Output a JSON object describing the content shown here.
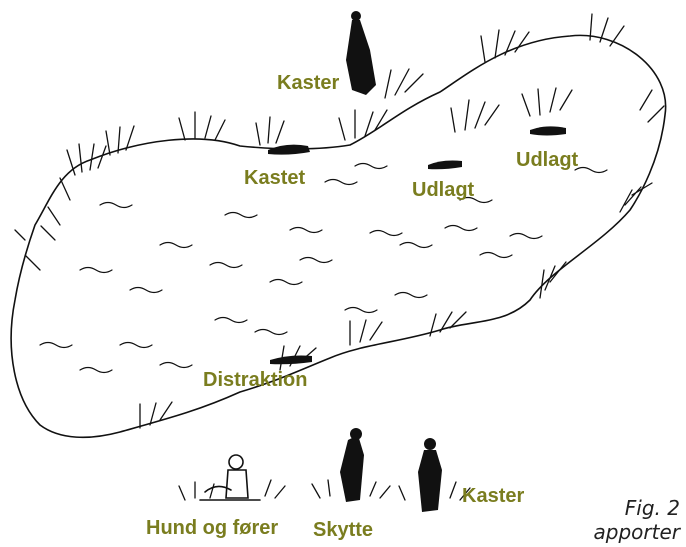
{
  "labels": {
    "kaster_top": "Kaster",
    "kastet": "Kastet",
    "udlagt_mid": "Udlagt",
    "udlagt_right": "Udlagt",
    "distraktion": "Distraktion",
    "hund_og_forer": "Hund og fører",
    "skytte": "Skytte",
    "kaster_bottom": "Kaster"
  },
  "caption": {
    "line1": "Fig. 2",
    "line2": "apporter"
  },
  "colors": {
    "label": "#7a7d1f",
    "ink": "#111111"
  }
}
